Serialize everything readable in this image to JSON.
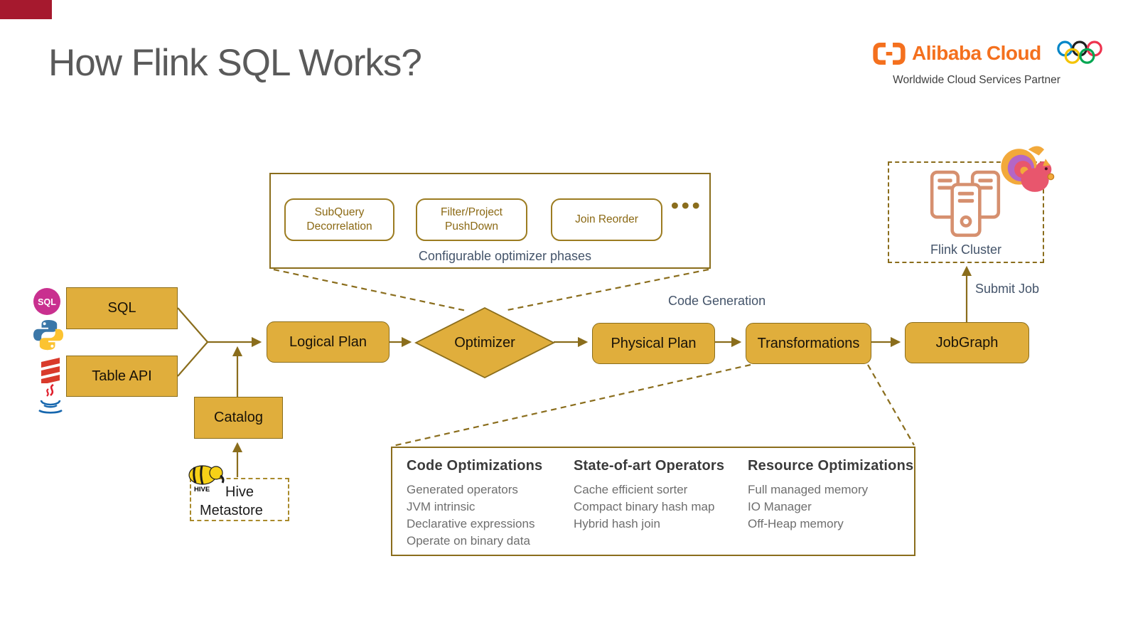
{
  "slide": {
    "title": "How Flink SQL Works?"
  },
  "brand": {
    "name": "Alibaba Cloud",
    "tagline": "Worldwide Cloud Services Partner",
    "orange": "#F4701E"
  },
  "sources": {
    "sql": "SQL",
    "table_api": "Table API"
  },
  "pipeline": {
    "logical_plan": "Logical Plan",
    "optimizer": "Optimizer",
    "physical_plan": "Physical Plan",
    "transformations": "Transformations",
    "jobgraph": "JobGraph"
  },
  "catalog": {
    "label": "Catalog",
    "hive": "Hive Metastore",
    "hive_logo_text": "HIVE"
  },
  "phases": {
    "items": [
      "SubQuery Decorrelation",
      "Filter/Project PushDown",
      "Join Reorder"
    ],
    "ellipsis": "•••",
    "caption": "Configurable optimizer phases"
  },
  "annotations": {
    "code_generation": "Code Generation",
    "submit_job": "Submit Job",
    "flink_cluster": "Flink Cluster"
  },
  "optimizations": {
    "columns": [
      {
        "heading": "Code Optimizations",
        "items": [
          "Generated operators",
          "JVM intrinsic",
          "Declarative expressions",
          "Operate on binary data"
        ]
      },
      {
        "heading": "State-of-art Operators",
        "items": [
          "Cache efficient sorter",
          "Compact binary hash map",
          "Hybrid hash join"
        ]
      },
      {
        "heading": "Resource Optimizations",
        "items": [
          "Full managed memory",
          "IO Manager",
          "Off-Heap memory"
        ]
      }
    ]
  },
  "icons": {
    "sql_badge": "SQL"
  },
  "colors": {
    "gold_fill": "#E0AE3C",
    "gold_line": "#8a6d1c",
    "navy_text": "#44546A",
    "brand_orange": "#F4701E",
    "accent_red": "#A6192E",
    "server_salmon": "#D6906F"
  }
}
